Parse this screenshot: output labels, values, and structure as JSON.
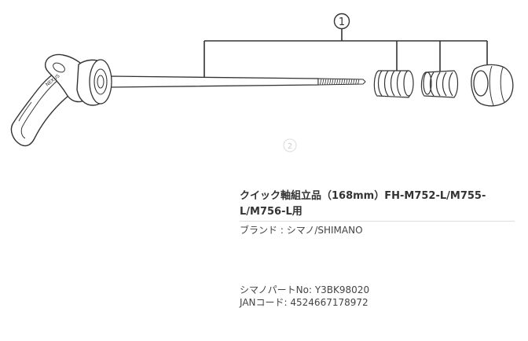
{
  "diagram": {
    "callout_number": "1",
    "watermark_number": "2",
    "lever_lettering": "NEXUS"
  },
  "product": {
    "title": "クイック軸組立品（168mm）FH-M752-L/M755-L/M756-L用",
    "brand_label": "ブランド",
    "brand_value": "シマノ/SHIMANO",
    "part_no_label": "シマノパートNo:",
    "part_no_value": "Y3BK98020",
    "jan_label": "JANコード:",
    "jan_value": "4524667178972"
  },
  "colors": {
    "line": "#333333",
    "text": "#333333",
    "watermark": "#cccccc"
  }
}
